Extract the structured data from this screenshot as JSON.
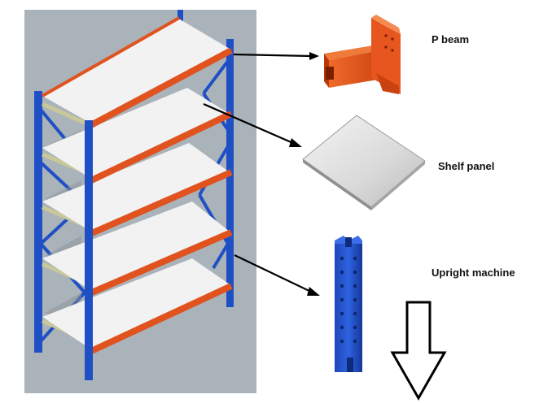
{
  "labels": {
    "p_beam": "P beam",
    "shelf_panel": "Shelf panel",
    "upright": "Upright machine"
  },
  "colors": {
    "background_panel": "#aab3ba",
    "upright_blue": "#1f4fc4",
    "beam_orange": "#e0521e",
    "shelf_white": "#f2f2f2",
    "arrow": "#000000"
  }
}
